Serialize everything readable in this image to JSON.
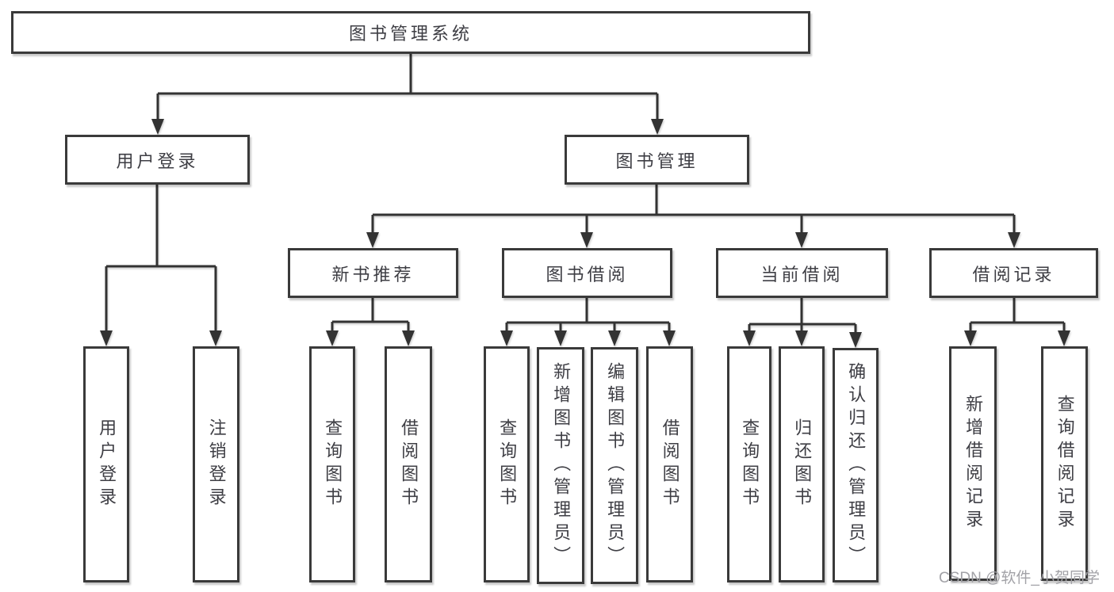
{
  "diagram": {
    "title": "图书管理系统",
    "branches": {
      "user_login": {
        "label": "用户登录",
        "children": {
          "login": "用户登录",
          "logout": "注销登录"
        }
      },
      "book_management": {
        "label": "图书管理",
        "sections": {
          "new_book_recommend": {
            "label": "新书推荐",
            "children": {
              "query_books": "查询图书",
              "borrow_books": "借阅图书"
            }
          },
          "book_borrowing": {
            "label": "图书借阅",
            "children": {
              "query_books": "查询图书",
              "add_books": "新增图书（管理员）",
              "edit_books": "编辑图书（管理员）",
              "borrow_books": "借阅图书"
            }
          },
          "current_borrowing": {
            "label": "当前借阅",
            "children": {
              "query_books": "查询图书",
              "return_books": "归还图书",
              "confirm_return": "确认归还（管理员）"
            }
          },
          "borrowing_records": {
            "label": "借阅记录",
            "children": {
              "add_record": "新增借阅记录",
              "query_record": "查询借阅记录"
            }
          }
        }
      }
    }
  },
  "watermark": "CSDN @软件_小贺同学",
  "colors": {
    "box_border": "#3a3a3a",
    "line": "#333333",
    "text": "#3e3e44",
    "watermark": "#a2a2a7",
    "background": "#ffffff"
  }
}
